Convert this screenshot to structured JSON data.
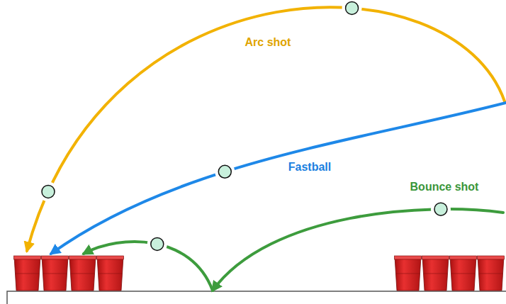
{
  "diagram": {
    "labels": [
      "Arc shot",
      "Fastball",
      "Bounce shot"
    ]
  }
}
